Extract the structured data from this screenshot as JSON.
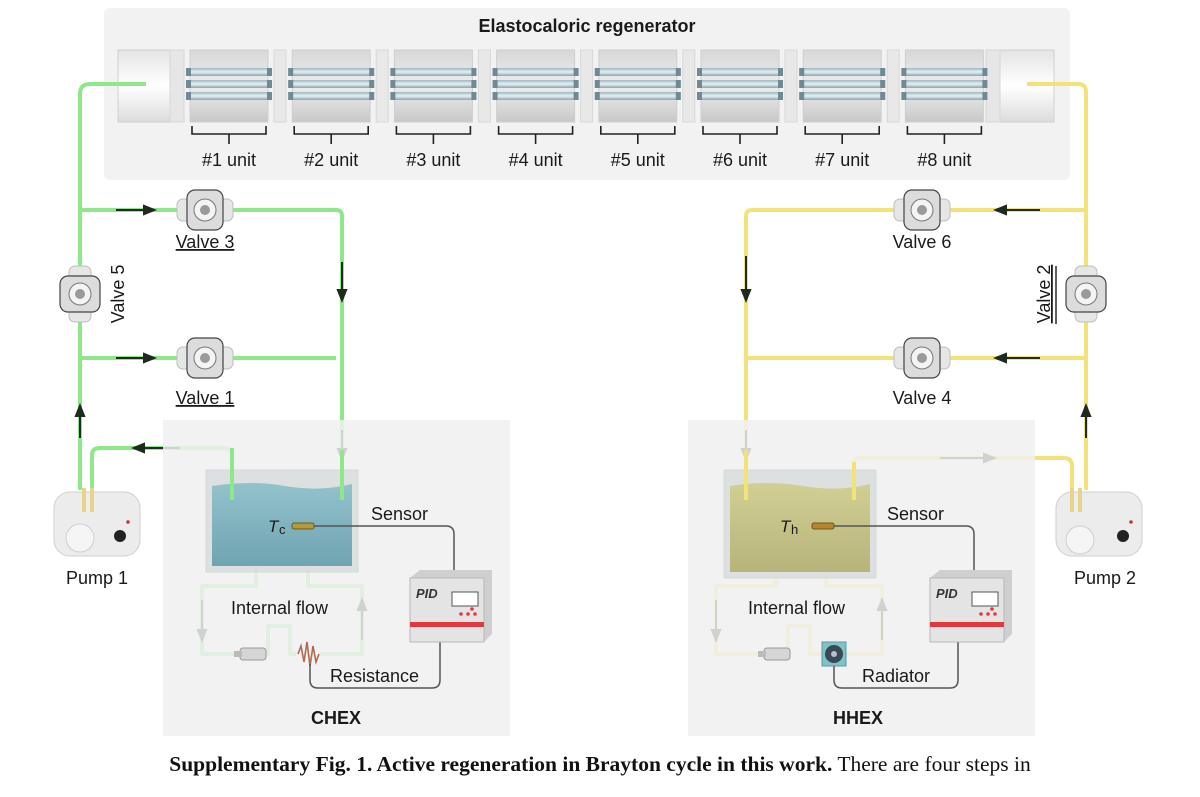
{
  "regenerator": {
    "title": "Elastocaloric regenerator",
    "units": [
      "#1 unit",
      "#2 unit",
      "#3 unit",
      "#4 unit",
      "#5 unit",
      "#6 unit",
      "#7 unit",
      "#8 unit"
    ]
  },
  "valves": {
    "v1": "Valve 1",
    "v2": "Valve 2",
    "v3": "Valve 3",
    "v4": "Valve 4",
    "v5": "Valve 5",
    "v6": "Valve 6"
  },
  "pumps": {
    "p1": "Pump 1",
    "p2": "Pump 2"
  },
  "chex": {
    "title": "CHEX",
    "temp_symbol": "T",
    "temp_sub": "c",
    "sensor": "Sensor",
    "internal_flow": "Internal flow",
    "element": "Resistance",
    "controller": "PID"
  },
  "hhex": {
    "title": "HHEX",
    "temp_symbol": "T",
    "temp_sub": "h",
    "sensor": "Sensor",
    "internal_flow": "Internal flow",
    "element": "Radiator",
    "controller": "PID"
  },
  "colors": {
    "cold_pipe": "#8ee88a",
    "hot_pipe": "#f3e27a",
    "cold_water": "#7fb3bf",
    "hot_water": "#c9c68a",
    "panel_bg": "#f0f0f0",
    "pid_stripe": "#e0393e"
  },
  "caption": {
    "bold": "Supplementary Fig. 1. Active regeneration in Brayton cycle in this work.",
    "normal": " There are four steps in"
  }
}
